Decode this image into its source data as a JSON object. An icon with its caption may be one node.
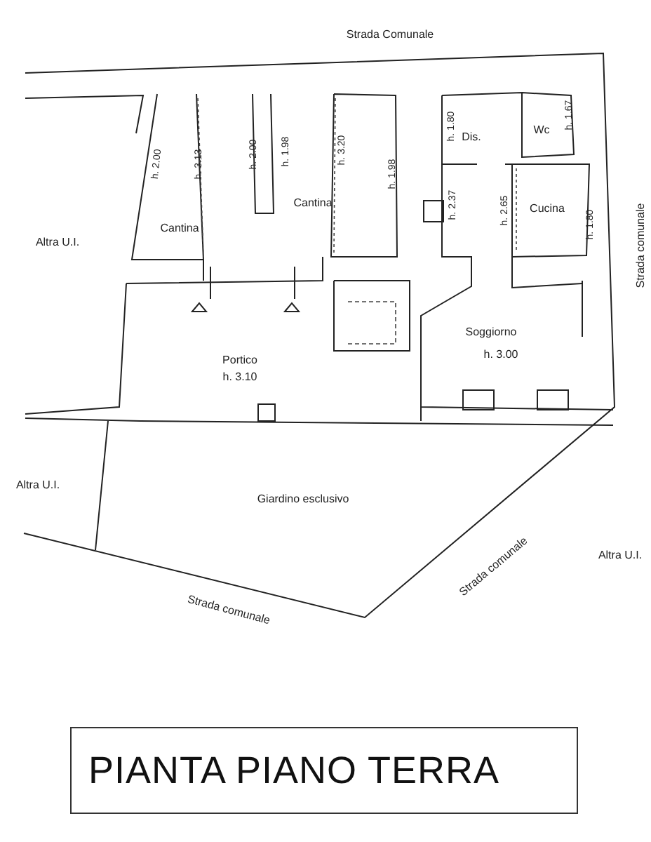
{
  "diagram": {
    "title": "PIANTA PIANO TERRA",
    "labels": [
      "Strada Comunale",
      "h. 1.80",
      "Dis.",
      "Wc",
      "h. 1.67",
      "h. 2.00",
      "h. 3.13",
      "h. 2.00",
      "h. 1.98",
      "h. 3.20",
      "h. 1.98",
      "h. 2.37",
      "h. 2.65",
      "Cucina",
      "h. 1.80",
      "Strada comunale",
      "Cantina",
      "Cantina",
      "Altra U.I.",
      "Soggiorno",
      "h. 3.00",
      "Portico",
      "h. 3.10",
      "Altra U.I.",
      "Giardino esclusivo",
      "Altra U.I.",
      "Strada comunale",
      "Strada comunale"
    ]
  }
}
